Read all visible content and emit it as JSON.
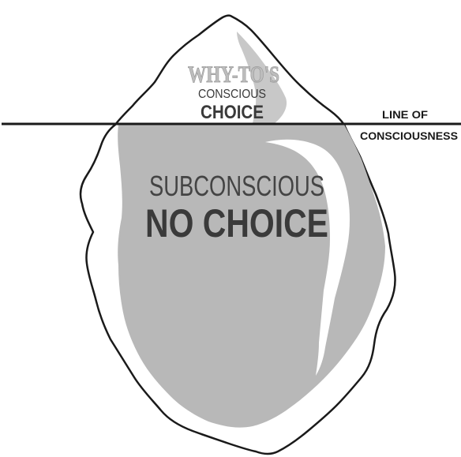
{
  "diagram": {
    "above_line": {
      "heading": "WHY-TO'S",
      "sub_label": "CONSCIOUS",
      "main_label": "CHOICE"
    },
    "below_line": {
      "sub_label": "SUBCONSCIOUS",
      "main_label": "NO CHOICE"
    },
    "line_label": {
      "line1": "LINE OF",
      "line2": "CONSCIOUSNESS"
    }
  },
  "colors": {
    "outline": "#1a1a1a",
    "underwater_fill": "#b8b8b8",
    "highlight": "#ffffff",
    "tip_shade": "#c8c8c8",
    "heading_text": "#bdbdbd",
    "text_dark": "#3a3a3a",
    "text_mid": "#444444"
  }
}
